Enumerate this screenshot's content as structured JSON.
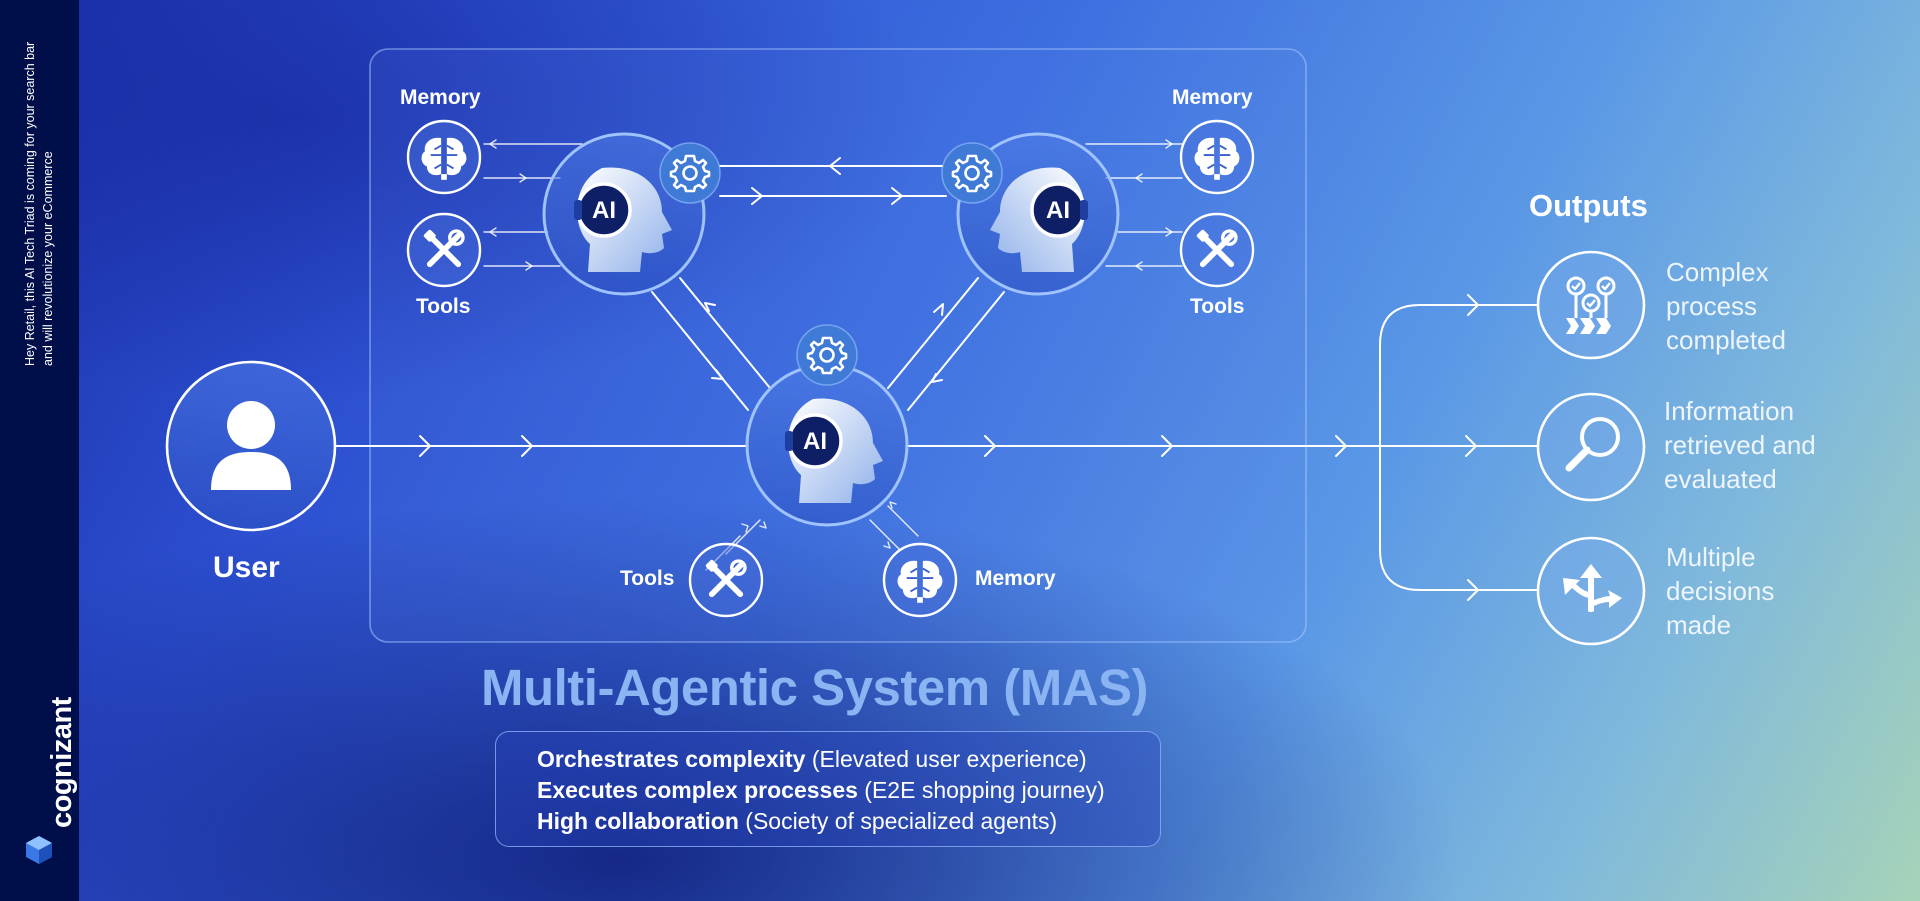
{
  "sidebar": {
    "caption": "Hey Retail, this AI Tech Triad is coming for your search bar and will revolutionize your eCommerce",
    "brand": "cognizant"
  },
  "diagram": {
    "user_label": "User",
    "agent_badge": "AI",
    "labels": {
      "memory_top_left": "Memory",
      "tools_top_left": "Tools",
      "memory_top_right": "Memory",
      "tools_top_right": "Tools",
      "tools_bottom": "Tools",
      "memory_bottom": "Memory"
    },
    "outputs_title": "Outputs",
    "outputs": [
      {
        "icon": "process-checklist-icon",
        "lines": [
          "Complex",
          "process",
          "completed"
        ]
      },
      {
        "icon": "magnifier-icon",
        "lines": [
          "Information",
          "retrieved and",
          "evaluated"
        ]
      },
      {
        "icon": "split-arrows-icon",
        "lines": [
          "Multiple",
          "decisions",
          "made"
        ]
      }
    ]
  },
  "mas": {
    "title": "Multi-Agentic System (MAS)",
    "features": [
      {
        "bold": "Orchestrates complexity",
        "rest": " (Elevated user experience)"
      },
      {
        "bold": "Executes complex processes",
        "rest": " (E2E shopping journey)"
      },
      {
        "bold": "High collaboration",
        "rest": " (Society of specialized agents)"
      }
    ]
  },
  "colors": {
    "sidebar": "#000f4a",
    "title_accent": "#8ab4f2",
    "line": "#ffffff"
  }
}
